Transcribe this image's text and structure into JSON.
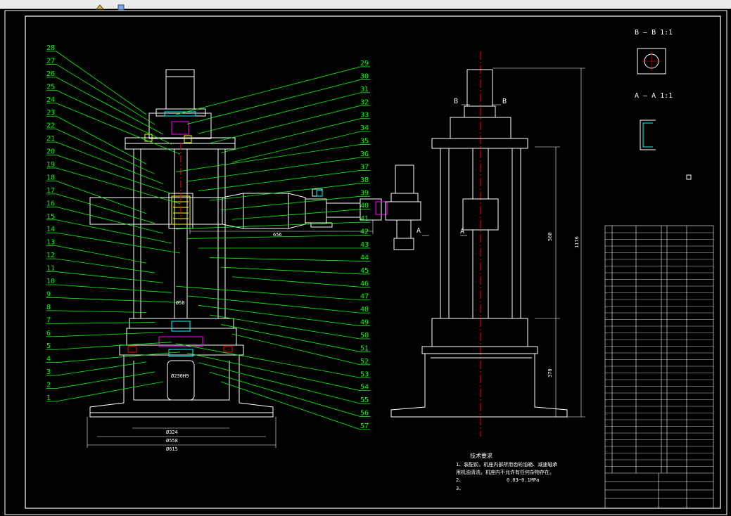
{
  "colors": {
    "background": "#000000",
    "outline": "#ffffff",
    "leader": "#00ff00",
    "centerline": "#ff0000",
    "hatch_cyan": "#00ffff",
    "hatch_magenta": "#ff00ff",
    "hatch_yellow": "#ffff00",
    "toolbar": "#ececec"
  },
  "toolbar": {
    "icons": [
      "toolbar-tool-icon",
      "toolbar-cube-icon"
    ]
  },
  "part_numbers_left": [
    "28",
    "27",
    "26",
    "25",
    "24",
    "23",
    "22",
    "21",
    "20",
    "19",
    "18",
    "17",
    "16",
    "15",
    "14",
    "13",
    "12",
    "11",
    "10",
    "9",
    "8",
    "7",
    "6",
    "5",
    "4",
    "3",
    "2",
    "1"
  ],
  "part_numbers_right": [
    "29",
    "30",
    "31",
    "32",
    "33",
    "34",
    "35",
    "36",
    "37",
    "38",
    "39",
    "40",
    "41",
    "42",
    "43",
    "44",
    "45",
    "46",
    "47",
    "48",
    "49",
    "50",
    "51",
    "52",
    "53",
    "54",
    "55",
    "56",
    "57"
  ],
  "dimensions": {
    "arm_length": "656",
    "d1": "Ø324",
    "d2": "Ø558",
    "d3": "Ø615",
    "shaft": "Ø230H9",
    "bore": "Ø58",
    "height_1": "560",
    "height_2": "370",
    "height_total": "1176"
  },
  "section_labels": {
    "b_left": "B",
    "b_right": "B",
    "a_left": "A",
    "a_right": "A",
    "bb_view": "B — B 1:1",
    "aa_view": "A — A 1:1"
  },
  "tech_requirements": {
    "heading": "技术要求",
    "item1_line1": "1、装配前，机座内部所用齿轮油箱、减速轴承",
    "item1_line2": "用机油清洗，机座内不允许有任何杂物存在。",
    "item2_label": "2、",
    "item2_value": "0.03~0.1MPa",
    "item3": "3、"
  }
}
